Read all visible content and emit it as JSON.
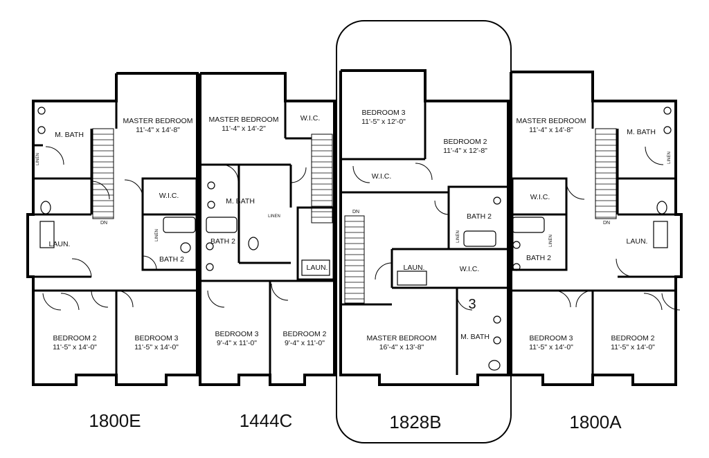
{
  "units": [
    {
      "label": "1800E"
    },
    {
      "label": "1444C"
    },
    {
      "label": "1828B"
    },
    {
      "label": "1800A"
    }
  ],
  "rooms": {
    "e_master": {
      "name": "MASTER BEDROOM",
      "dims": "11'-4\" x 14'-8\""
    },
    "e_mbath": {
      "name": "M. BATH"
    },
    "e_linen": {
      "name": "LINEN"
    },
    "e_wic": {
      "name": "W.I.C."
    },
    "e_laun": {
      "name": "LAUN."
    },
    "e_linen2": {
      "name": "LINEN"
    },
    "e_bath2": {
      "name": "BATH 2"
    },
    "e_dn": {
      "name": "DN"
    },
    "e_bed2": {
      "name": "BEDROOM 2",
      "dims": "11'-5\" x 14'-0\""
    },
    "e_bed3": {
      "name": "BEDROOM 3",
      "dims": "11'-5\" x 14'-0\""
    },
    "c_master": {
      "name": "MASTER BEDROOM",
      "dims": "11'-4\" x 14'-2\""
    },
    "c_wic": {
      "name": "W.I.C."
    },
    "c_mbath": {
      "name": "M. BATH"
    },
    "c_linen": {
      "name": "LINEN"
    },
    "c_bath2": {
      "name": "BATH 2"
    },
    "c_laun": {
      "name": "LAUN."
    },
    "c_bed3": {
      "name": "BEDROOM 3",
      "dims": "9'-4\" x 11'-0\""
    },
    "c_bed2": {
      "name": "BEDROOM 2",
      "dims": "9'-4\" x 11'-0\""
    },
    "b_bed3": {
      "name": "BEDROOM 3",
      "dims": "11'-5\" x 12'-0\""
    },
    "b_bed2": {
      "name": "BEDROOM 2",
      "dims": "11'-4\" x 12'-8\""
    },
    "b_wic": {
      "name": "W.I.C."
    },
    "b_dn": {
      "name": "DN"
    },
    "b_bath2": {
      "name": "BATH 2"
    },
    "b_linen": {
      "name": "LINEN"
    },
    "b_laun": {
      "name": "LAUN."
    },
    "b_wic2": {
      "name": "W.I.C."
    },
    "b_three": {
      "name": "3"
    },
    "b_mbath": {
      "name": "M. BATH"
    },
    "b_master": {
      "name": "MASTER BEDROOM",
      "dims": "16'-4\" x 13'-8\""
    },
    "a_master": {
      "name": "MASTER BEDROOM",
      "dims": "11'-4\" x 14'-8\""
    },
    "a_mbath": {
      "name": "M. BATH"
    },
    "a_linen": {
      "name": "LINEN"
    },
    "a_wic": {
      "name": "W.I.C."
    },
    "a_linen2": {
      "name": "LINEN"
    },
    "a_laun": {
      "name": "LAUN."
    },
    "a_bath2": {
      "name": "BATH 2"
    },
    "a_dn": {
      "name": "DN"
    },
    "a_bed3": {
      "name": "BEDROOM 3",
      "dims": "11'-5\" x 14'-0\""
    },
    "a_bed2": {
      "name": "BEDROOM 2",
      "dims": "11'-5\" x 14'-0\""
    }
  },
  "colors": {
    "wall": "#000000",
    "background": "#ffffff"
  }
}
